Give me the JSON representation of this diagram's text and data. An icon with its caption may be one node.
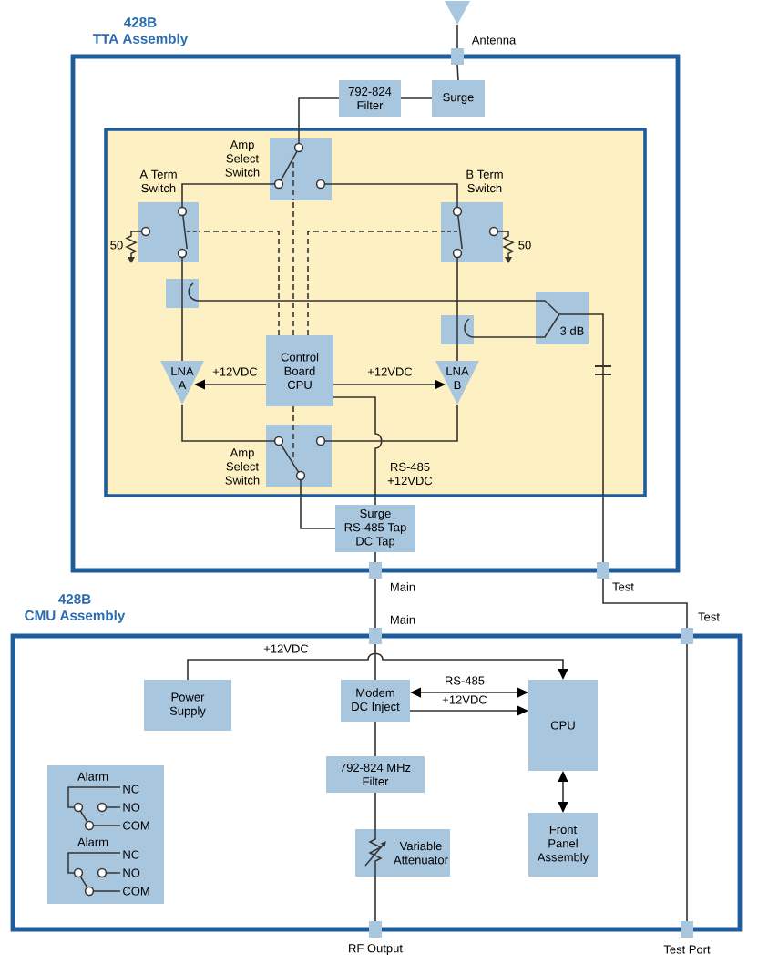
{
  "diagram": {
    "nodes": [
      {
        "text": [
          "428B TTA Assembly"
        ]
      },
      {
        "text": [],
        "shape": "triangle"
      },
      {
        "text": [
          "Antenna"
        ]
      },
      {
        "text": [
          "Surge"
        ],
        "in": 0
      },
      {
        "text": [
          "792-824 Filter"
        ],
        "in": 0
      },
      {
        "text": [],
        "shape": "box",
        "in": 0
      },
      {
        "text": [
          "Amp Select Switch"
        ],
        "in": 5
      },
      {
        "text": [
          "A Term Switch"
        ],
        "in": 5
      },
      {
        "text": [
          "B Term Switch"
        ],
        "in": 5
      },
      {
        "text": [],
        "shape": "box",
        "in": 5
      },
      {
        "text": [],
        "shape": "box",
        "in": 5
      },
      {
        "text": [
          "3 dB"
        ],
        "in": 5
      },
      {
        "text": [
          "LNA A"
        ],
        "in": 5
      },
      {
        "text": [
          "Control Board CPU"
        ],
        "in": 5
      },
      {
        "text": [
          "LNA B"
        ],
        "in": 5
      },
      {
        "text": [
          "Amp Select Switch"
        ],
        "in": 5
      },
      {
        "text": [
          "Surge RS-485 Tap DC Tap"
        ],
        "in": 0
      },
      {
        "text": [
          "Main"
        ]
      },
      {
        "text": [
          "Test"
        ]
      },
      {
        "text": [
          "428B CMU Assembly"
        ]
      },
      {
        "text": [
          "Main"
        ]
      },
      {
        "text": [
          "Test"
        ]
      },
      {
        "text": [
          "Power Supply"
        ],
        "in": 19
      },
      {
        "text": [
          "Modem DC Inject"
        ],
        "in": 19
      },
      {
        "text": [
          "CPU"
        ],
        "in": 19
      },
      {
        "text": [
          "792-824 MHz Filter"
        ],
        "in": 19
      },
      {
        "text": [
          "Variable Attenuator"
        ],
        "in": 19
      },
      {
        "text": [
          "Front Panel Assembly"
        ],
        "in": 19
      },
      {
        "text": [
          "Alarm",
          "NC",
          "NO",
          "COM",
          "Alarm",
          "NC",
          "NO",
          "COM"
        ],
        "in": 19
      },
      {
        "text": [
          "RF Output"
        ]
      },
      {
        "text": [
          "Test Port"
        ]
      }
    ],
    "edges": [
      {
        "from": 1,
        "to": 2,
        "arrow": "none"
      },
      {
        "from": 2,
        "to": 3,
        "arrow": "none"
      },
      {
        "from": 3,
        "to": 4,
        "arrow": "none"
      },
      {
        "from": 4,
        "to": 6,
        "arrow": "none"
      },
      {
        "from": 6,
        "to": 7,
        "arrow": "none"
      },
      {
        "from": 6,
        "to": 8,
        "arrow": "none"
      },
      {
        "from": 7,
        "to": 9,
        "arrow": "none"
      },
      {
        "from": 9,
        "to": 12,
        "arrow": "none"
      },
      {
        "from": 9,
        "to": 11,
        "arrow": "none"
      },
      {
        "from": 8,
        "to": 10,
        "arrow": "none"
      },
      {
        "from": 10,
        "to": 14,
        "arrow": "none"
      },
      {
        "from": 10,
        "to": 11,
        "arrow": "none"
      },
      {
        "from": 13,
        "to": 7,
        "arrow": "none",
        "style": "dashed"
      },
      {
        "from": 13,
        "to": 6,
        "arrow": "none",
        "style": "dashed"
      },
      {
        "from": 13,
        "to": 8,
        "arrow": "none",
        "style": "dashed"
      },
      {
        "from": 13,
        "to": 15,
        "arrow": "none",
        "style": "dashed"
      },
      {
        "from": 13,
        "to": 12,
        "arrow": "to",
        "label": "+12VDC"
      },
      {
        "from": 13,
        "to": 14,
        "arrow": "to",
        "label": "+12VDC"
      },
      {
        "from": 12,
        "to": 15,
        "arrow": "none"
      },
      {
        "from": 14,
        "to": 15,
        "arrow": "none"
      },
      {
        "from": 15,
        "to": 16,
        "arrow": "none"
      },
      {
        "from": 13,
        "to": 16,
        "arrow": "none",
        "label": "RS-485 +12VDC"
      },
      {
        "from": 16,
        "to": 17,
        "arrow": "none"
      },
      {
        "from": 11,
        "to": 18,
        "arrow": "none"
      },
      {
        "from": 18,
        "to": 21,
        "arrow": "none"
      },
      {
        "from": 17,
        "to": 20,
        "arrow": "none"
      },
      {
        "from": 20,
        "to": 23,
        "arrow": "none"
      },
      {
        "from": 22,
        "to": 24,
        "arrow": "to",
        "label": "+12VDC"
      },
      {
        "from": 23,
        "to": 24,
        "arrow": "both",
        "label": "RS-485"
      },
      {
        "from": 23,
        "to": 24,
        "arrow": "to",
        "label": "+12VDC"
      },
      {
        "from": 23,
        "to": 25,
        "arrow": "none"
      },
      {
        "from": 25,
        "to": 26,
        "arrow": "none"
      },
      {
        "from": 26,
        "to": 29,
        "arrow": "none"
      },
      {
        "from": 24,
        "to": 27,
        "arrow": "both"
      },
      {
        "from": 21,
        "to": 30,
        "arrow": "none"
      }
    ],
    "labels": [
      "50",
      "50"
    ]
  }
}
